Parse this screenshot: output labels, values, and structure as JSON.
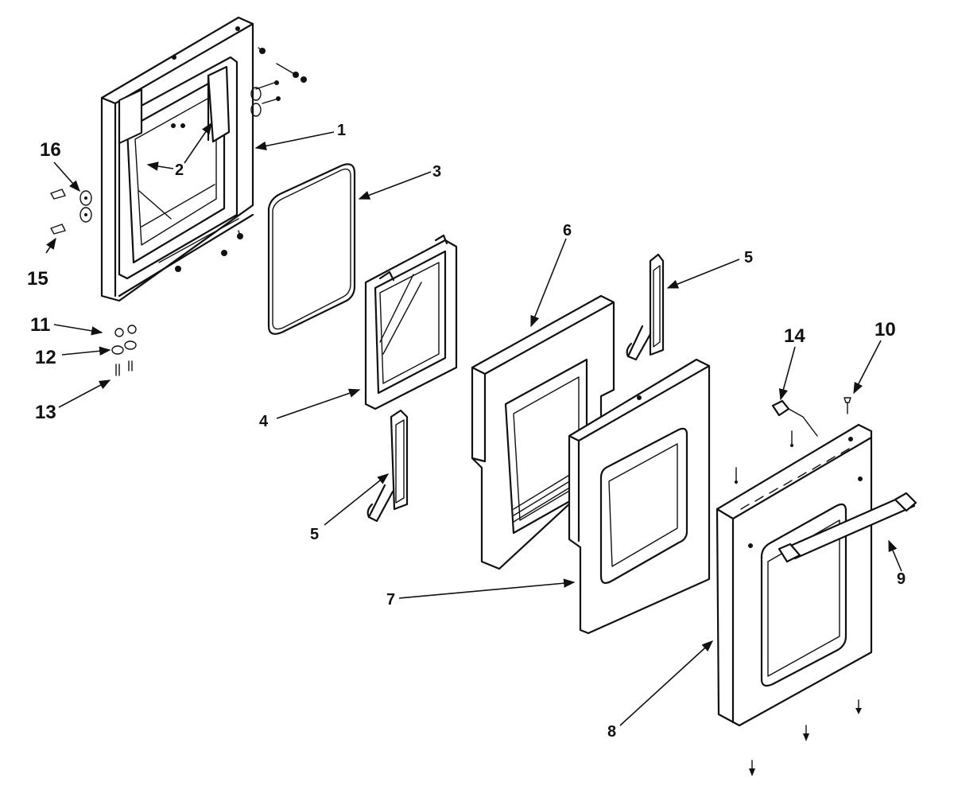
{
  "callouts": [
    {
      "id": "c1",
      "label": "1"
    },
    {
      "id": "c2",
      "label": "2"
    },
    {
      "id": "c3",
      "label": "3"
    },
    {
      "id": "c4",
      "label": "4"
    },
    {
      "id": "c5a",
      "label": "5"
    },
    {
      "id": "c5b",
      "label": "5"
    },
    {
      "id": "c6",
      "label": "6"
    },
    {
      "id": "c7",
      "label": "7"
    },
    {
      "id": "c8",
      "label": "8"
    },
    {
      "id": "c9",
      "label": "9"
    },
    {
      "id": "c10",
      "label": "10"
    },
    {
      "id": "c11",
      "label": "11"
    },
    {
      "id": "c12",
      "label": "12"
    },
    {
      "id": "c13",
      "label": "13"
    },
    {
      "id": "c14",
      "label": "14"
    },
    {
      "id": "c15",
      "label": "15"
    },
    {
      "id": "c16",
      "label": "16"
    }
  ]
}
